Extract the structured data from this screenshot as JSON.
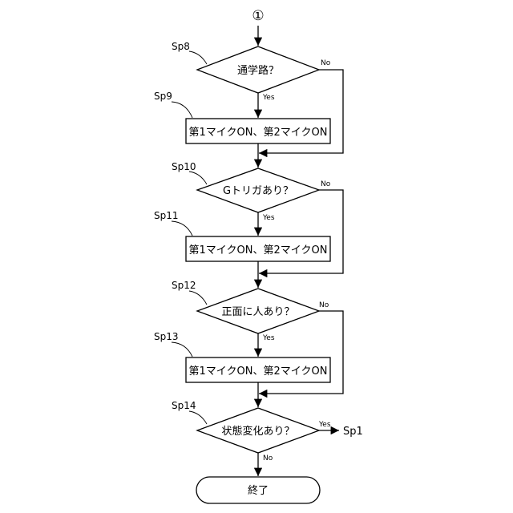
{
  "connector": "①",
  "steps": {
    "sp8": {
      "label": "Sp8",
      "text": "通学路？",
      "yes": "Yes",
      "no": "No"
    },
    "sp9": {
      "label": "Sp9",
      "text": "第1マイクON、第2マイクON"
    },
    "sp10": {
      "label": "Sp10",
      "text": "Gトリガあり？",
      "yes": "Yes",
      "no": "No"
    },
    "sp11": {
      "label": "Sp11",
      "text": "第1マイクON、第2マイクON"
    },
    "sp12": {
      "label": "Sp12",
      "text": "正面に人あり？",
      "yes": "Yes",
      "no": "No"
    },
    "sp13": {
      "label": "Sp13",
      "text": "第1マイクON、第2マイクON"
    },
    "sp14": {
      "label": "Sp14",
      "text": "状態変化あり？",
      "yes": "Yes",
      "no": "No",
      "yes_target": "Sp1"
    }
  },
  "end": {
    "text": "終了"
  }
}
